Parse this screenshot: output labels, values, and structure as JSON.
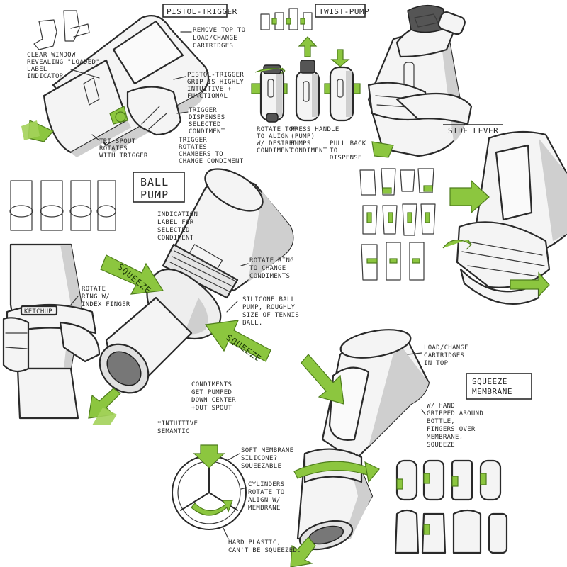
{
  "colors": {
    "accent_green": "#8cc63f",
    "ink": "#2a2a2a",
    "paper": "#ffffff",
    "shade": "#cfcfcf"
  },
  "pistol": {
    "title": "PISTOL-TRIGGER",
    "notes": {
      "top_load": [
        "REMOVE TOP TO",
        "LOAD/CHANGE",
        "CARTRIDGES"
      ],
      "window": [
        "CLEAR WINDOW",
        "REVEALING \"LOADED\"",
        "LABEL",
        "INDICATOR"
      ],
      "grip": [
        "PISTOL-TRIGGER",
        "GRIP IS HIGHLY",
        "INTUITIVE +",
        "FUNCTIONAL"
      ],
      "trigger": [
        "TRIGGER",
        "DISPENSES",
        "SELECTED",
        "CONDIMENT"
      ],
      "rotates": [
        "TRIGGER",
        "ROTATES",
        "CHAMBERS TO",
        "CHANGE CONDIMENT"
      ],
      "spout": [
        "TRI SPOUT",
        "ROTATES",
        "WITH TRIGGER"
      ]
    }
  },
  "twist": {
    "title": "TWIST-PUMP",
    "notes": {
      "rotate": [
        "ROTATE TOP",
        "TO ALIGN",
        "W/ DESIRED",
        "CONDIMENT"
      ],
      "press": [
        "PRESS HANDLE",
        "(PUMP)",
        "PUMPS",
        "CONDIMENT"
      ],
      "pull": [
        "PULL BACK",
        "TO",
        "DISPENSE"
      ]
    }
  },
  "side_lever": {
    "title": "SIDE LEVER"
  },
  "ball": {
    "title_line1": "BALL",
    "title_line2": "PUMP",
    "notes": {
      "indication": [
        "INDICATION",
        "LABEL FOR",
        "SELECTED",
        "CONDIMENT"
      ],
      "rotate_ring": [
        "ROTATE RING",
        "TO CHANGE",
        "CONDIMENTS"
      ],
      "silicone": [
        "SILICONE BALL",
        "PUMP, ROUGHLY",
        "SIZE OF TENNIS",
        "BALL."
      ],
      "pumped": [
        "CONDIMENTS",
        "GET PUMPED",
        "DOWN CENTER",
        "+OUT SPOUT"
      ],
      "intuitive": [
        "*INTUITIVE",
        "SEMANTIC"
      ],
      "index": [
        "ROTATE",
        "RING W/",
        "INDEX FINGER"
      ],
      "ketchup": "KETCHUP"
    },
    "arrow_left": "SQUEEZE",
    "arrow_right": "SQUEEZE"
  },
  "membrane": {
    "title_line1": "SQUEEZE",
    "title_line2": "MEMBRANE",
    "notes": {
      "load": [
        "LOAD/CHANGE",
        "CARTRIDGES",
        "IN TOP"
      ],
      "grip": [
        "W/ HAND",
        "GRIPPED AROUND",
        "BOTTLE,",
        "FINGERS OVER",
        "MEMBRANE,",
        "SQUEEZE"
      ],
      "soft": [
        "SOFT MEMBRANE",
        "SILICONE?",
        "SQUEEZABLE"
      ],
      "cylinders": [
        "CYLINDERS",
        "ROTATE TO",
        "ALIGN W/",
        "MEMBRANE"
      ],
      "hard": [
        "HARD PLASTIC,",
        "CAN'T BE SQUEEZED."
      ]
    }
  }
}
